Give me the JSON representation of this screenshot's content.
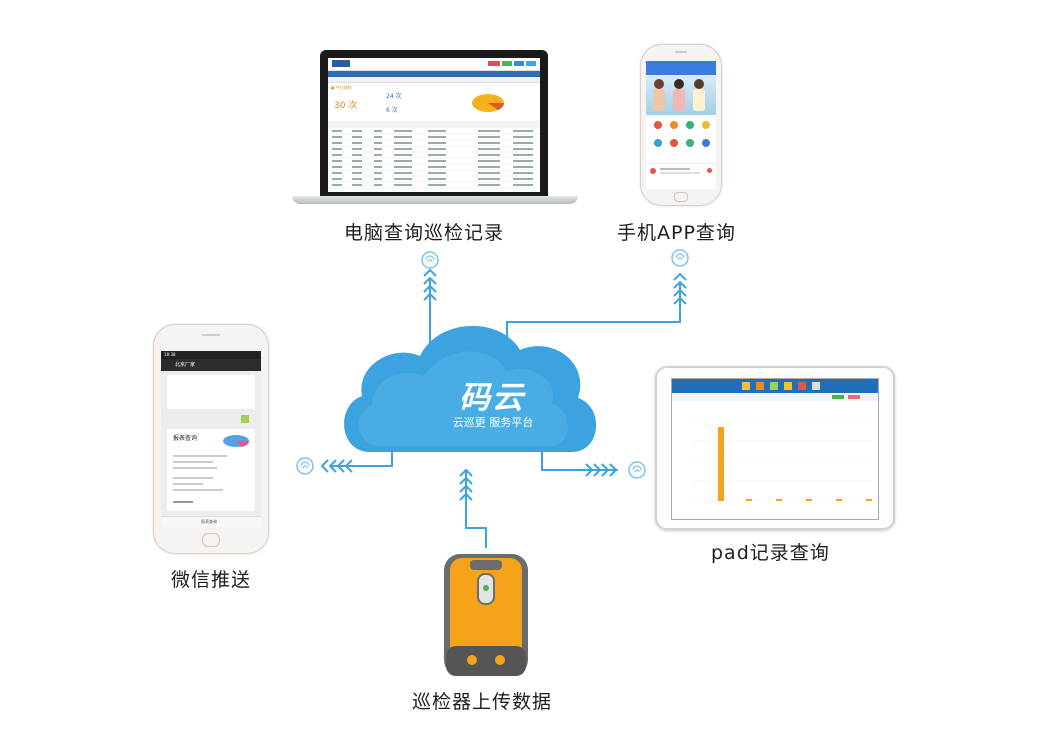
{
  "cloud": {
    "logo_text": "码云",
    "subtitle": "云巡更 服务平台"
  },
  "captions": {
    "computer": "电脑查询巡检记录",
    "mobile_app": "手机APP查询",
    "wechat": "微信推送",
    "pad": "pad记录查询",
    "patrol_device": "巡检器上传数据"
  },
  "laptop_screen": {
    "stat_count": "30 次",
    "stat_a": "24 次",
    "stat_b": "6 次"
  },
  "wechat_screen": {
    "time": "18:38",
    "chat_title": "北京厂家",
    "report_title": "报表查询",
    "footer_label": "报表查询"
  },
  "colors": {
    "cloud": "#3ba3e0",
    "arrow": "#3ba3e0",
    "device_orange": "#f5a319",
    "device_grey": "#6a6d70"
  }
}
